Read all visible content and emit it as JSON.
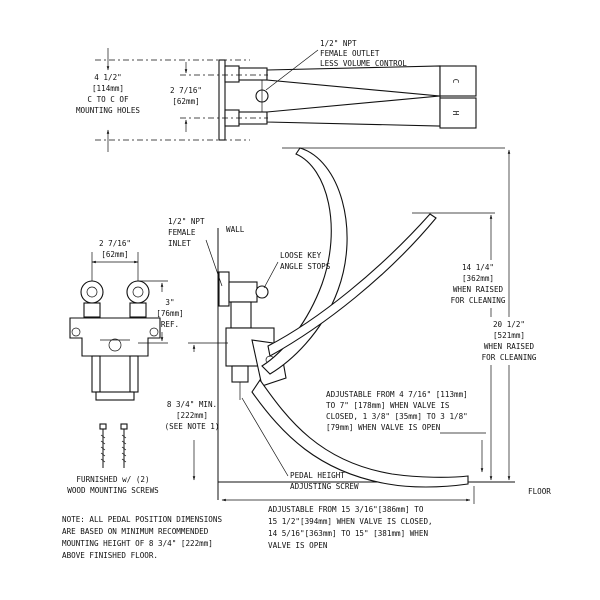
{
  "top_view": {
    "outlet_label": [
      "1/2\" NPT",
      "FEMALE OUTLET",
      "LESS VOLUME CONTROL"
    ],
    "mount_spacing": [
      "4 1/2\"",
      "[114mm]",
      "C TO C OF",
      "MOUNTING HOLES"
    ],
    "inlet_spacing": [
      "2 7/16\"",
      "[62mm]"
    ],
    "handle_letters": [
      "C",
      "H"
    ]
  },
  "front_view": {
    "spacing": [
      "2 7/16\"",
      "[62mm]"
    ],
    "height_ref": [
      "3\"",
      "[76mm]",
      "REF."
    ],
    "screws_note": [
      "FURNISHED w/ (2)",
      "WOOD MOUNTING SCREWS"
    ]
  },
  "side_view": {
    "inlet_label": [
      "1/2\" NPT",
      "FEMALE",
      "INLET"
    ],
    "wall_label": "WALL",
    "stops_label": [
      "LOOSE KEY",
      "ANGLE STOPS"
    ],
    "raised_14": [
      "14 1/4\"",
      "[362mm]",
      "WHEN RAISED",
      "FOR CLEANING"
    ],
    "raised_20": [
      "20 1/2\"",
      "[521mm]",
      "WHEN RAISED",
      "FOR CLEANING"
    ],
    "min_height": [
      "8 3/4\" MIN.",
      "[222mm]",
      "(SEE NOTE 1)"
    ],
    "pedal_label": [
      "PEDAL HEIGHT",
      "ADJUSTING SCREW"
    ],
    "adjustable_vertical": [
      "ADJUSTABLE FROM 4 7/16\" [113mm]",
      "TO 7\" [178mm] WHEN VALVE IS",
      "CLOSED, 1 3/8\" [35mm] TO 3 1/8\"",
      "[79mm] WHEN VALVE IS OPEN"
    ],
    "floor_label": "FLOOR",
    "adjustable_horizontal": [
      "ADJUSTABLE FROM 15 3/16\"[386mm] TO",
      "15 1/2\"[394mm] WHEN VALVE IS CLOSED,",
      "14 5/16\"[363mm] TO 15\" [381mm] WHEN",
      "VALVE IS OPEN"
    ]
  },
  "note": [
    "NOTE: ALL PEDAL POSITION DIMENSIONS",
    "ARE BASED ON MINIMUM RECOMMENDED",
    "MOUNTING HEIGHT OF 8 3/4\" [222mm]",
    "ABOVE FINISHED FLOOR."
  ]
}
